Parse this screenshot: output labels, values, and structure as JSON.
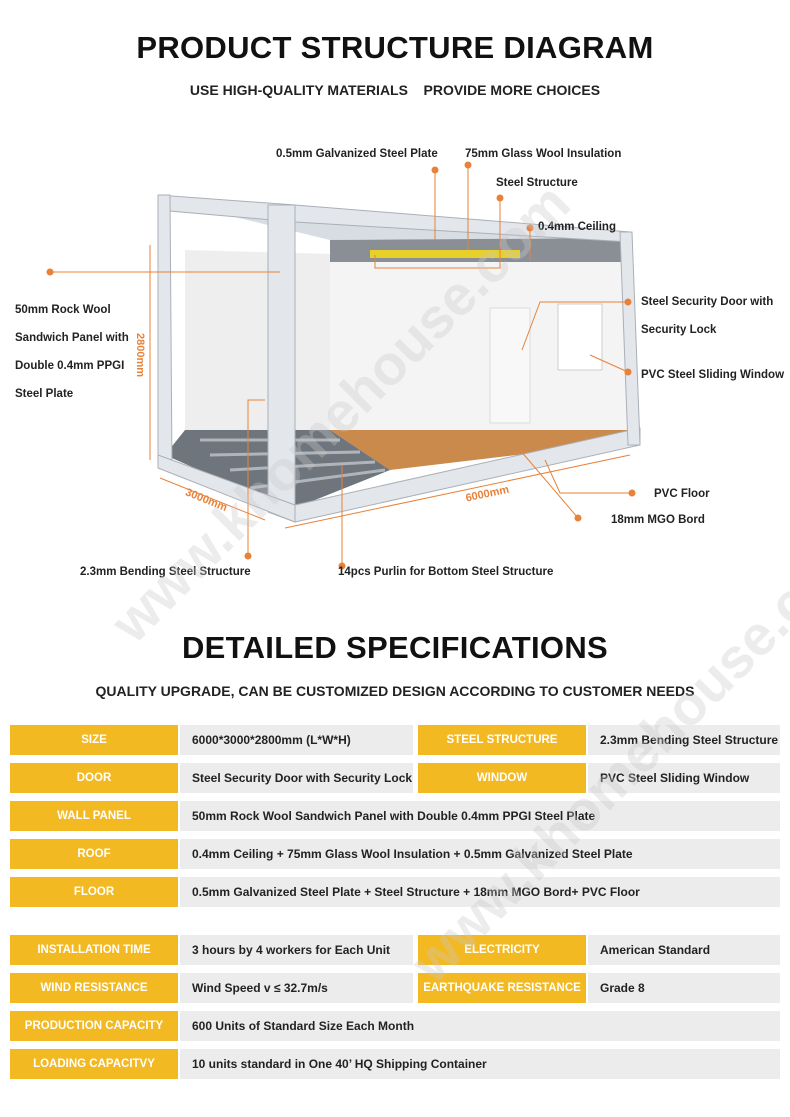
{
  "header": {
    "title": "PRODUCT STRUCTURE DIAGRAM",
    "subtitle": "USE HIGH-QUALITY MATERIALS    PROVIDE MORE CHOICES"
  },
  "diagram": {
    "callouts": {
      "galvanized": "0.5mm Galvanized Steel Plate",
      "glasswool": "75mm Glass Wool Insulation",
      "steel_structure": "Steel Structure",
      "ceiling": "0.4mm Ceiling",
      "rockwool": [
        "50mm Rock Wool",
        "Sandwich Panel with",
        "Double 0.4mm PPGI",
        "Steel Plate"
      ],
      "door": [
        "Steel Security Door with",
        "Security Lock"
      ],
      "window": "PVC Steel Sliding Window",
      "pvc_floor": "PVC Floor",
      "mgo": "18mm MGO Bord",
      "bending": "2.3mm Bending Steel Structure",
      "purlin": "14pcs Purlin for Bottom Steel Structure"
    },
    "dims": {
      "height": "2800mm",
      "width": "3000mm",
      "length": "6000mm"
    },
    "accent": "#E8823A"
  },
  "specs": {
    "title": "DETAILED SPECIFICATIONS",
    "subtitle": "QUALITY UPGRADE, CAN BE CUSTOMIZED DESIGN ACCORDING TO CUSTOMER NEEDS",
    "label_color": "#F3B923",
    "rows": [
      {
        "label": "SIZE",
        "value": "6000*3000*2800mm (L*W*H)",
        "label2": "STEEL STRUCTURE",
        "value2": "2.3mm Bending Steel Structure"
      },
      {
        "label": "DOOR",
        "value": "Steel Security Door with Security Lock",
        "label2": "WINDOW",
        "value2": "PVC Steel Sliding Window"
      },
      {
        "label": "WALL PANEL",
        "value": "50mm Rock Wool Sandwich Panel with Double 0.4mm PPGI Steel Plate"
      },
      {
        "label": "ROOF",
        "value": "0.4mm Ceiling + 75mm Glass Wool Insulation + 0.5mm Galvanized Steel Plate"
      },
      {
        "label": "FLOOR",
        "value": "0.5mm Galvanized Steel Plate + Steel Structure + 18mm MGO Bord+ PVC Floor"
      },
      {
        "label": "INSTALLATION TIME",
        "value": "3 hours by 4 workers for Each Unit",
        "label2": "ELECTRICITY",
        "value2": "American Standard"
      },
      {
        "label": "WIND RESISTANCE",
        "value": "Wind Speed v ≤ 32.7m/s",
        "label2": "EARTHQUAKE RESISTANCE",
        "value2": "Grade 8"
      },
      {
        "label": "PRODUCTION CAPACITY",
        "value": "600 Units of Standard Size Each Month"
      },
      {
        "label": "LOADING CAPACITVY",
        "value": "10 units standard in One 40’ HQ Shipping Container"
      }
    ]
  },
  "watermark": "www.khomehouse.com"
}
